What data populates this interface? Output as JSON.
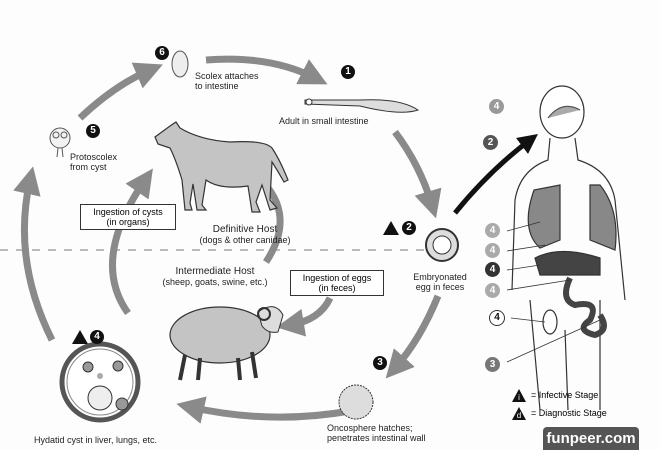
{
  "stages": {
    "scolex": {
      "number": "6",
      "line1": "Scolex attaches",
      "line2": "to intestine"
    },
    "adult": {
      "number": "1",
      "text": "Adult in small intestine"
    },
    "egg": {
      "number": "2",
      "line1": "Embryonated",
      "line2": "egg in feces"
    },
    "oncosphere": {
      "number": "3",
      "line1": "Oncosphere hatches;",
      "line2": "penetrates intestinal wall"
    },
    "hydatid": {
      "number": "4",
      "text": "Hydatid cyst in liver, lungs, etc."
    },
    "protoscolex": {
      "number": "5",
      "line1": "Protoscolex",
      "line2": "from cyst"
    }
  },
  "hosts": {
    "definitive": {
      "title": "Definitive Host",
      "subtitle": "(dogs & other canidae)"
    },
    "intermediate": {
      "title": "Intermediate Host",
      "subtitle": "(sheep, goats, swine, etc.)"
    }
  },
  "boxes": {
    "cysts": {
      "line1": "Ingestion of cysts",
      "line2": "(in organs)"
    },
    "eggs": {
      "line1": "Ingestion of eggs",
      "line2": "(in feces)"
    }
  },
  "human": {
    "badges": [
      "4",
      "2",
      "4",
      "4",
      "4",
      "4",
      "4",
      "3"
    ]
  },
  "legend": {
    "infective": {
      "symbol": "i",
      "text": "= Infective Stage"
    },
    "diagnostic": {
      "symbol": "d",
      "text": "= Diagnostic Stage"
    }
  },
  "watermark": "funpeer.com",
  "colors": {
    "arrow": "#8a8a8a",
    "animal": "#c4c4c4",
    "badge": "#111111"
  }
}
